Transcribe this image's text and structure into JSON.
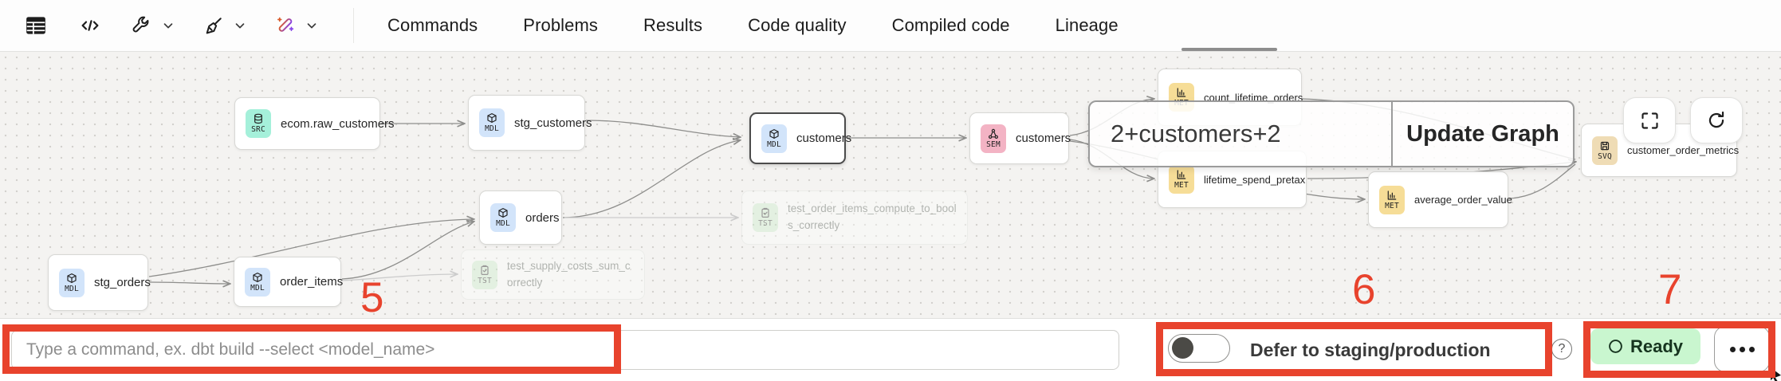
{
  "toolbar": {
    "icons": [
      "table-icon",
      "code-icon",
      "wrench-icon",
      "broom-icon",
      "magic-wand-icon"
    ]
  },
  "tabs": {
    "items": [
      {
        "label": "Commands",
        "active": false
      },
      {
        "label": "Problems",
        "active": false
      },
      {
        "label": "Results",
        "active": false
      },
      {
        "label": "Code quality",
        "active": false
      },
      {
        "label": "Compiled code",
        "active": false
      },
      {
        "label": "Lineage",
        "active": true
      }
    ]
  },
  "graph": {
    "nodes": [
      {
        "badge": "SRC",
        "label": "ecom.raw_customers",
        "state": "normal"
      },
      {
        "badge": "MDL",
        "label": "stg_customers",
        "state": "normal"
      },
      {
        "badge": "MDL",
        "label": "customers",
        "state": "selected"
      },
      {
        "badge": "SEM",
        "label": "customers",
        "state": "normal"
      },
      {
        "badge": "MET",
        "label": "count_lifetime_orders",
        "state": "normal"
      },
      {
        "badge": "MET",
        "label": "lifetime_spend_pretax",
        "state": "normal"
      },
      {
        "badge": "MET",
        "label": "average_order_value",
        "state": "normal"
      },
      {
        "badge": "SVQ",
        "label": "customer_order_metrics",
        "state": "normal"
      },
      {
        "badge": "MDL",
        "label": "orders",
        "state": "normal"
      },
      {
        "badge": "MDL",
        "label": "stg_orders",
        "state": "normal"
      },
      {
        "badge": "MDL",
        "label": "order_items",
        "state": "normal"
      },
      {
        "badge": "TST",
        "label": "test_order_items_compute_to_bools_correctly",
        "state": "faded"
      },
      {
        "badge": "TST",
        "label": "test_supply_costs_sum_correctly",
        "state": "faded"
      }
    ],
    "overlay": {
      "selector_value": "2+customers+2",
      "update_button_label": "Update Graph"
    },
    "controls": [
      "fullscreen-icon",
      "refresh-icon"
    ]
  },
  "bottom_bar": {
    "command_input_placeholder": "Type a command, ex. dbt build --select <model_name>",
    "defer_toggle": {
      "label": "Defer to staging/production",
      "state": "off"
    },
    "help_glyph": "?",
    "status": {
      "label": "Ready",
      "color": "#c9f6cf"
    },
    "menu": "ellipsis"
  },
  "annotations": {
    "color": "#e8432d",
    "numbers": [
      {
        "text": "5"
      },
      {
        "text": "6"
      },
      {
        "text": "7"
      }
    ]
  }
}
